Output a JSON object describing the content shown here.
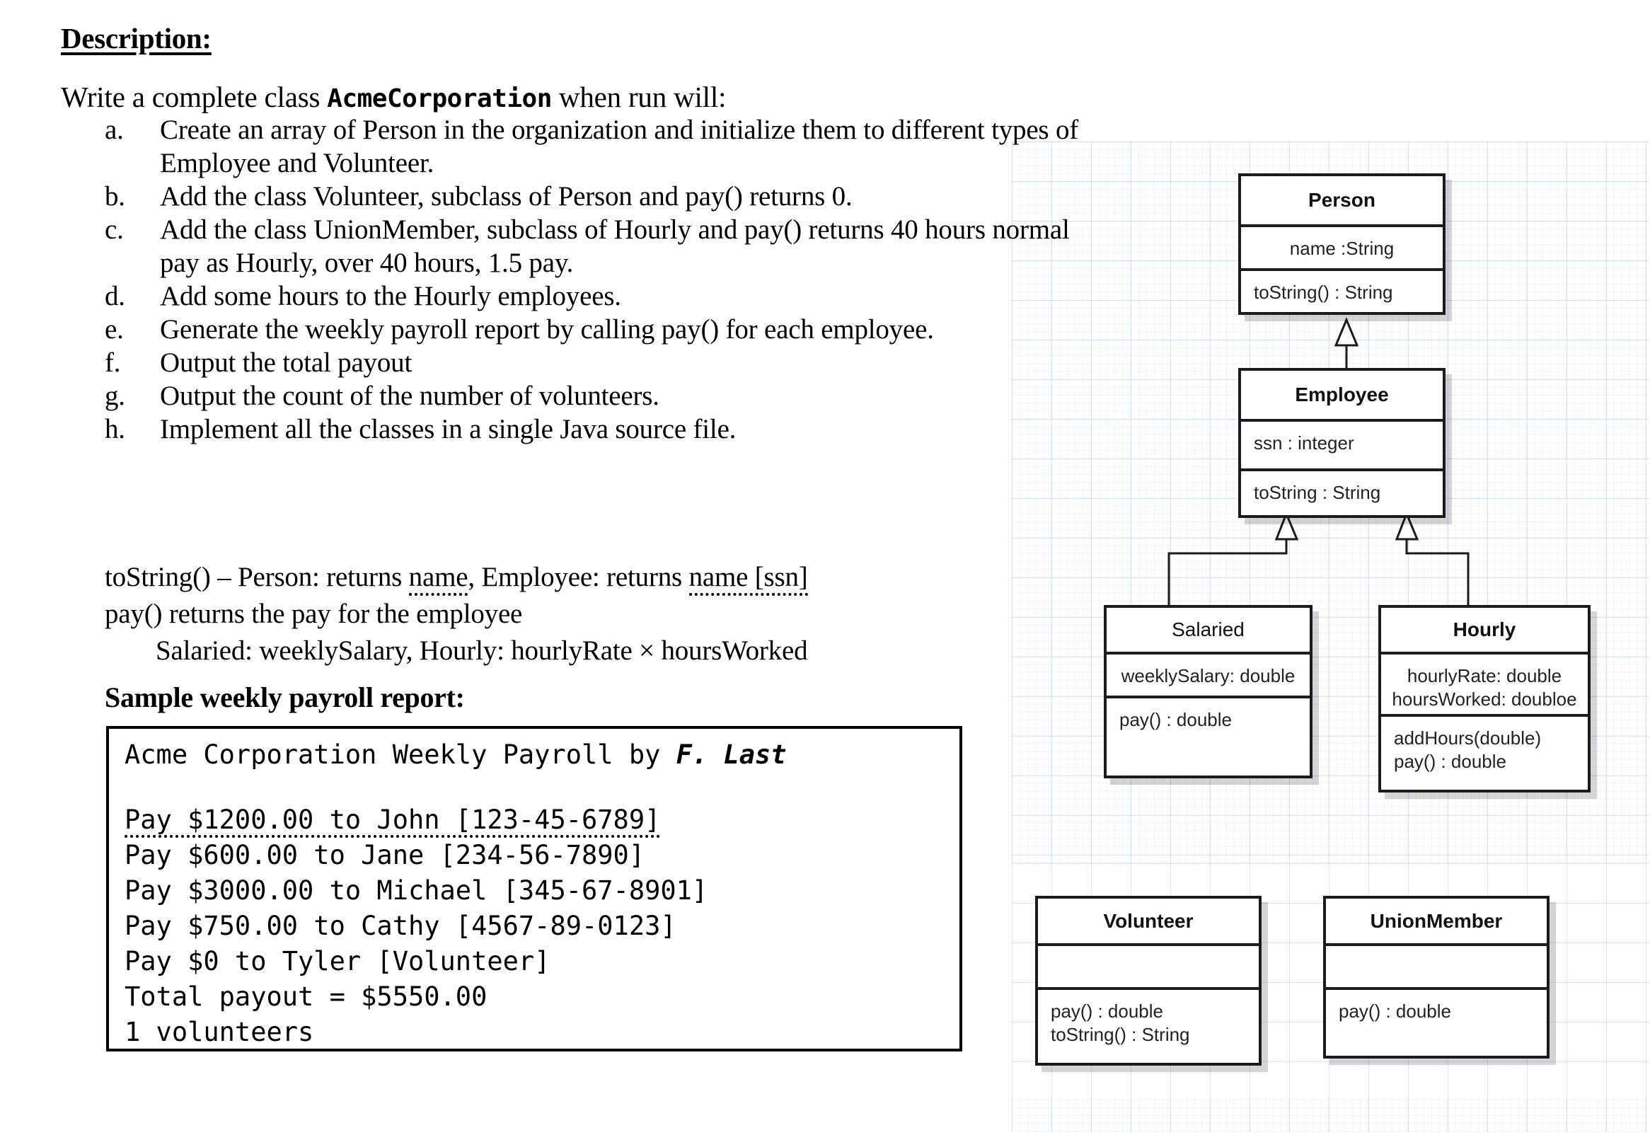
{
  "document": {
    "heading": "Description:",
    "intro_before": "Write a complete class ",
    "intro_class": "AcmeCorporation",
    "intro_after": " when run will:",
    "requirements": [
      {
        "marker": "a.",
        "text": "Create an array of Person in the organization and initialize them to different types of Employee and Volunteer."
      },
      {
        "marker": "b.",
        "text": "Add the class Volunteer, subclass of Person and pay() returns 0."
      },
      {
        "marker": "c.",
        "text": "Add the class UnionMember, subclass of Hourly and pay() returns 40 hours normal pay as Hourly, over 40 hours, 1.5 pay."
      },
      {
        "marker": "d.",
        "text": "Add some hours to the Hourly employees."
      },
      {
        "marker": "e.",
        "text": "Generate the weekly payroll report by calling pay() for each employee."
      },
      {
        "marker": "f.",
        "text": "Output the total payout"
      },
      {
        "marker": "g.",
        "text": "Output the count of the number of volunteers."
      },
      {
        "marker": "h.",
        "text": "Implement all the classes in a single Java source file."
      }
    ],
    "tostring_line_a1": "toString() – Person: returns ",
    "tostring_line_a2": "name",
    "tostring_line_a3": ",  Employee: returns ",
    "tostring_line_a4": "name [ssn]",
    "tostring_line_b": "pay() returns the pay for the employee",
    "tostring_line_c": "Salaried: weeklySalary, Hourly: hourlyRate × hoursWorked",
    "sample_heading": "Sample weekly payroll report:"
  },
  "payroll_report": {
    "title_plain": "Acme Corporation Weekly Payroll by ",
    "title_italic": "F. Last",
    "lines": [
      "Pay $1200.00 to John [123-45-6789]",
      "Pay $600.00 to Jane [234-56-7890]",
      "Pay $3000.00 to Michael [345-67-8901]",
      "Pay $750.00 to Cathy [4567-89-0123]",
      "Pay $0 to Tyler [Volunteer]",
      "Total payout = $5550.00",
      "1 volunteers"
    ]
  },
  "uml": {
    "person": {
      "title": "Person",
      "attributes": [
        "name :String"
      ],
      "operations": [
        "toString() : String"
      ]
    },
    "employee": {
      "title": "Employee",
      "attributes": [
        "ssn : integer"
      ],
      "operations": [
        "toString : String"
      ]
    },
    "salaried": {
      "title": "Salaried",
      "attributes": [
        "weeklySalary: double"
      ],
      "operations": [
        "pay() : double"
      ]
    },
    "hourly": {
      "title": "Hourly",
      "attributes": [
        "hourlyRate: double",
        "hoursWorked: doubloe"
      ],
      "operations": [
        "addHours(double)",
        "pay() : double"
      ]
    },
    "volunteer": {
      "title": "Volunteer",
      "attributes": [],
      "operations": [
        "pay() : double",
        "toString() : String"
      ]
    },
    "unionmember": {
      "title": "UnionMember",
      "attributes": [],
      "operations": [
        "pay() : double"
      ]
    }
  },
  "colors": {
    "ink": "#000000",
    "uml_border": "#1b1b1b",
    "grid_line": "#96a5d7"
  }
}
